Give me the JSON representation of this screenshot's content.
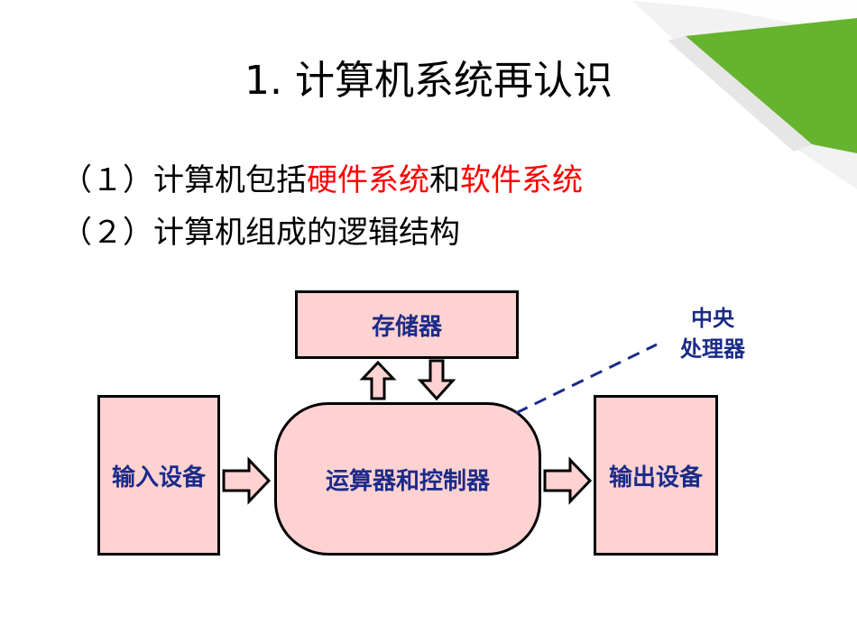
{
  "title": "1. 计算机系统再认识",
  "bullets": {
    "b1": {
      "prefix": "（１）计算机包括",
      "hl1": "硬件系统",
      "mid": "和",
      "hl2": "软件系统"
    },
    "b2": {
      "text": "（２）计算机组成的逻辑结构"
    }
  },
  "diagram": {
    "memory": "存储器",
    "alu_cu": "运算器和控制器",
    "input": "输入设备",
    "output": "输出设备",
    "cpu_line1": "中央",
    "cpu_line2": "处理器"
  },
  "colors": {
    "highlight": "#ff0000",
    "box_fill": "#ffd2d2",
    "label_text": "#1b2b88",
    "corner_green": "#66b32e"
  }
}
